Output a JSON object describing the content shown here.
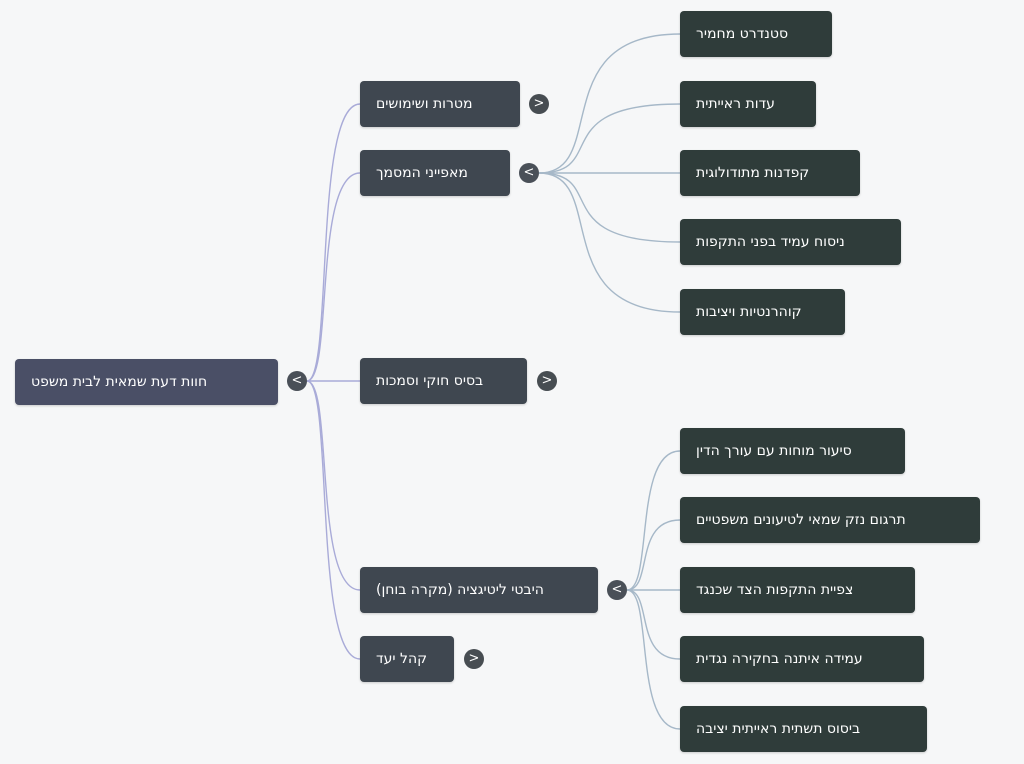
{
  "root": {
    "label": "חוות דעת שמאית לבית משפט"
  },
  "branches": [
    {
      "label": "מטרות ושימושים"
    },
    {
      "label": "מאפייני המסמך"
    },
    {
      "label": "בסיס חוקי וסמכות"
    },
    {
      "label": "היבטי ליטיגציה (מקרה בוחן)"
    },
    {
      "label": "קהל יעד"
    }
  ],
  "document_features_children": [
    {
      "label": "סטנדרט מחמיר"
    },
    {
      "label": "עדות ראייתית"
    },
    {
      "label": "קפדנות מתודולוגית"
    },
    {
      "label": "ניסוח עמיד בפני התקפות"
    },
    {
      "label": "קוהרנטיות ויציבות"
    }
  ],
  "litigation_children": [
    {
      "label": "סיעור מוחות עם עורך הדין"
    },
    {
      "label": "תרגום נזק שמאי לטיעונים משפטיים"
    },
    {
      "label": "צפיית התקפות הצד שכנגד"
    },
    {
      "label": "עמידה איתנה בחקירה נגדית"
    },
    {
      "label": "ביסוס תשתית ראייתית יציבה"
    }
  ],
  "toggles": {
    "expanded_symbol": "<",
    "collapsed_symbol": ">"
  },
  "colors": {
    "background": "#f6f7f8",
    "root_node": "#4a4f66",
    "branch_node": "#3f4750",
    "leaf_node": "#2f3c3a",
    "root_links": "#a9abd8",
    "child_links": "#a6b8c8"
  }
}
